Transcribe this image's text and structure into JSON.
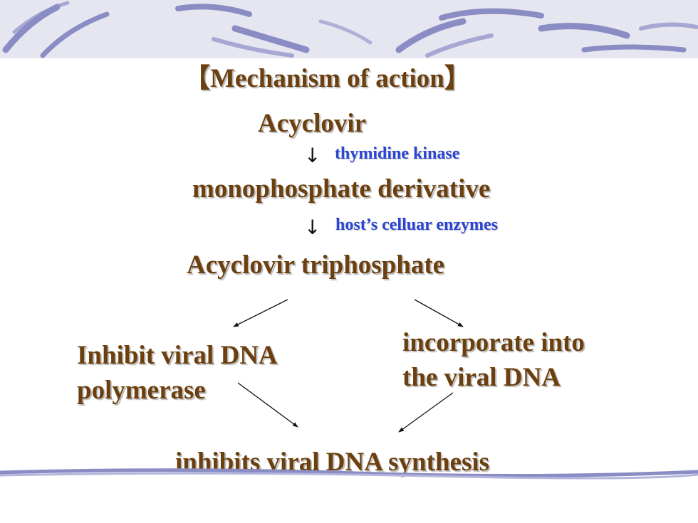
{
  "slide": {
    "title": "【Mechanism of action】",
    "nodes": {
      "acyclovir": "Acyclovir",
      "monophosphate": "monophosphate derivative",
      "triphosphate": "Acyclovir triphosphate",
      "inhibit_line1": "Inhibit viral DNA",
      "inhibit_line2": "polymerase",
      "incorporate_line1": "incorporate into",
      "incorporate_line2": "the viral DNA",
      "outcome": "inhibits viral DNA synthesis"
    },
    "enzymes": {
      "step1": "thymidine kinase",
      "step2": "host’s celluar enzymes"
    },
    "arrow_glyph": "↓",
    "colors": {
      "node_text": "#6b3f0e",
      "enzyme_text": "#2a44d6",
      "band": "#e6e6f1",
      "stroke": "#8a8cc4"
    }
  }
}
